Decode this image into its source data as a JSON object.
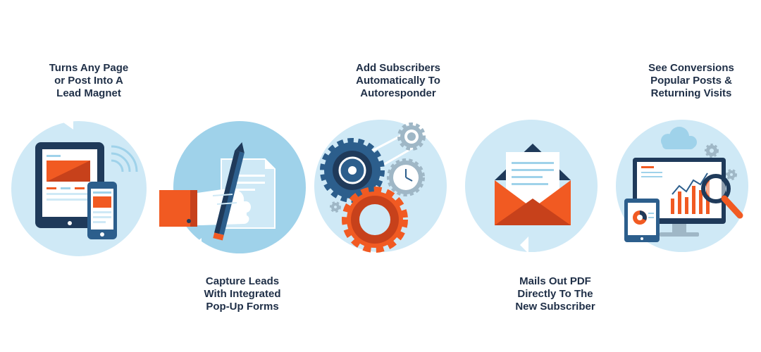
{
  "colors": {
    "navy": "#1f3a5a",
    "light_blue": "#cfe9f6",
    "mid_blue": "#9fd2ea",
    "accent_orange": "#f15a22",
    "dark_orange": "#c7411b",
    "steel_blue": "#2c5e8c",
    "grey_gear": "#9fb7c6",
    "white": "#ffffff"
  },
  "steps": [
    {
      "icon": "tablet-phone-icon",
      "caption": [
        "Turns Any Page",
        "or Post Into A",
        "Lead Magnet"
      ]
    },
    {
      "icon": "hand-pen-icon",
      "caption": [
        "Capture Leads",
        "With Integrated",
        "Pop-Up Forms"
      ]
    },
    {
      "icon": "gears-icon",
      "caption": [
        "Add Subscribers",
        "Automatically To",
        "Autoresponder"
      ]
    },
    {
      "icon": "envelope-icon",
      "caption": [
        "Mails Out PDF",
        "Directly To The",
        "New Subscriber"
      ]
    },
    {
      "icon": "analytics-icon",
      "caption": [
        "See Conversions",
        "Popular Posts &",
        "Returning Visits"
      ]
    }
  ]
}
